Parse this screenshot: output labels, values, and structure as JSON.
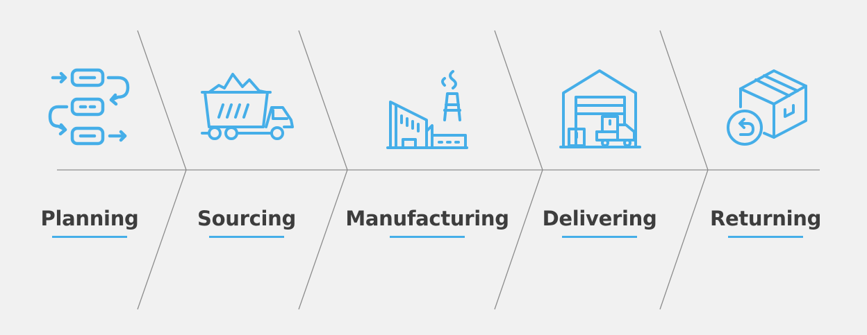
{
  "colors": {
    "accent": "#45aee8",
    "label": "#3d3d3d",
    "line": "#8c8c8c",
    "background": "#f1f1f1"
  },
  "stages": [
    {
      "label": "Planning",
      "icon": "planning-flow-icon"
    },
    {
      "label": "Sourcing",
      "icon": "dump-truck-icon"
    },
    {
      "label": "Manufacturing",
      "icon": "factory-icon"
    },
    {
      "label": "Delivering",
      "icon": "warehouse-delivery-icon"
    },
    {
      "label": "Returning",
      "icon": "box-return-icon"
    }
  ]
}
